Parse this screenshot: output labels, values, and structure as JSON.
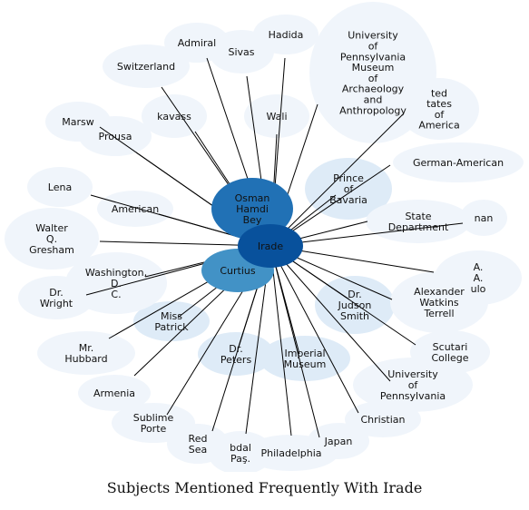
{
  "caption": "Subjects Mentioned Frequently With Irade",
  "palette": {
    "edge": "#000000",
    "hub": "#08519c",
    "strong": "#2171b5",
    "medium": "#4292c6",
    "faint": "#deebf7",
    "faintest": "#f0f5fb"
  },
  "hub": {
    "id": "irade",
    "label": "Irade"
  },
  "nodes": [
    {
      "id": "osman-hamdi-bey",
      "label": [
        "Osman",
        "Hamdi",
        "Bey"
      ],
      "weight": "strong"
    },
    {
      "id": "curtius",
      "label": [
        "Curtius"
      ],
      "weight": "medium"
    },
    {
      "id": "prince-of-bavaria",
      "label": [
        "Prince",
        "of",
        "Bavaria"
      ],
      "weight": "faint"
    },
    {
      "id": "dr-judson-smith",
      "label": [
        "Dr.",
        "Judson",
        "Smith"
      ],
      "weight": "faint"
    },
    {
      "id": "imperial-museum",
      "label": [
        "Imperial",
        "Museum"
      ],
      "weight": "faint"
    },
    {
      "id": "dr-peters",
      "label": [
        "Dr.",
        "Peters"
      ],
      "weight": "faint"
    },
    {
      "id": "miss-patrick",
      "label": [
        "Miss",
        "Patrick"
      ],
      "weight": "faint"
    },
    {
      "id": "upenn-museum",
      "label": [
        "University",
        "of",
        "Pennsylvania",
        "Museum",
        "of",
        "Archaeology",
        "and",
        "Anthropology"
      ],
      "weight": "faintest"
    },
    {
      "id": "united-states-of-america",
      "label": [
        "ted",
        "tates",
        "of",
        "America"
      ],
      "weight": "faintest"
    },
    {
      "id": "german-american",
      "label": [
        "German-American"
      ],
      "weight": "faintest"
    },
    {
      "id": "state-department",
      "label": [
        "State",
        "Department"
      ],
      "weight": "faintest"
    },
    {
      "id": "nan",
      "label": [
        "nan"
      ],
      "weight": "faintest"
    },
    {
      "id": "a-a-ulo",
      "label": [
        "A.",
        "A.",
        "ulo"
      ],
      "weight": "faintest"
    },
    {
      "id": "alexander-watkins-terrell",
      "label": [
        "Alexander",
        "Watkins",
        "Terrell"
      ],
      "weight": "faintest"
    },
    {
      "id": "scutari-college",
      "label": [
        "Scutari",
        "College"
      ],
      "weight": "faintest"
    },
    {
      "id": "university-of-pennsylvania",
      "label": [
        "University",
        "of",
        "Pennsylvania"
      ],
      "weight": "faintest"
    },
    {
      "id": "christian",
      "label": [
        "Christian"
      ],
      "weight": "faintest"
    },
    {
      "id": "japan",
      "label": [
        "Japan"
      ],
      "weight": "faintest"
    },
    {
      "id": "philadelphia",
      "label": [
        "Philadelphia"
      ],
      "weight": "faintest"
    },
    {
      "id": "bdal-pasa",
      "label": [
        "bdal",
        "Paş."
      ],
      "weight": "faintest"
    },
    {
      "id": "red-sea",
      "label": [
        "Red",
        "Sea"
      ],
      "weight": "faintest"
    },
    {
      "id": "sublime-porte",
      "label": [
        "Sublime",
        "Porte"
      ],
      "weight": "faintest"
    },
    {
      "id": "armenia",
      "label": [
        "Armenia"
      ],
      "weight": "faintest"
    },
    {
      "id": "mr-hubbard",
      "label": [
        "Mr.",
        "Hubbard"
      ],
      "weight": "faintest"
    },
    {
      "id": "dr-wright",
      "label": [
        "Dr.",
        "Wright"
      ],
      "weight": "faintest"
    },
    {
      "id": "washington-dc",
      "label": [
        "Washington,",
        "D.",
        "C."
      ],
      "weight": "faintest"
    },
    {
      "id": "walter-q-gresham",
      "label": [
        "Walter",
        "Q.",
        "Gresham"
      ],
      "weight": "faintest"
    },
    {
      "id": "lena",
      "label": [
        "Lena"
      ],
      "weight": "faintest"
    },
    {
      "id": "american",
      "label": [
        "American"
      ],
      "weight": "faintest"
    },
    {
      "id": "marsw",
      "label": [
        "Marsw"
      ],
      "weight": "faintest"
    },
    {
      "id": "prousa",
      "label": [
        "Prousa"
      ],
      "weight": "faintest"
    },
    {
      "id": "kavass",
      "label": [
        "kavass"
      ],
      "weight": "faintest"
    },
    {
      "id": "switzerland",
      "label": [
        "Switzerland"
      ],
      "weight": "faintest"
    },
    {
      "id": "admiral",
      "label": [
        "Admiral"
      ],
      "weight": "faintest"
    },
    {
      "id": "sivas",
      "label": [
        "Sivas"
      ],
      "weight": "faintest"
    },
    {
      "id": "hadida",
      "label": [
        "Hadida"
      ],
      "weight": "faintest"
    },
    {
      "id": "wali",
      "label": [
        "Wali"
      ],
      "weight": "faintest"
    }
  ]
}
